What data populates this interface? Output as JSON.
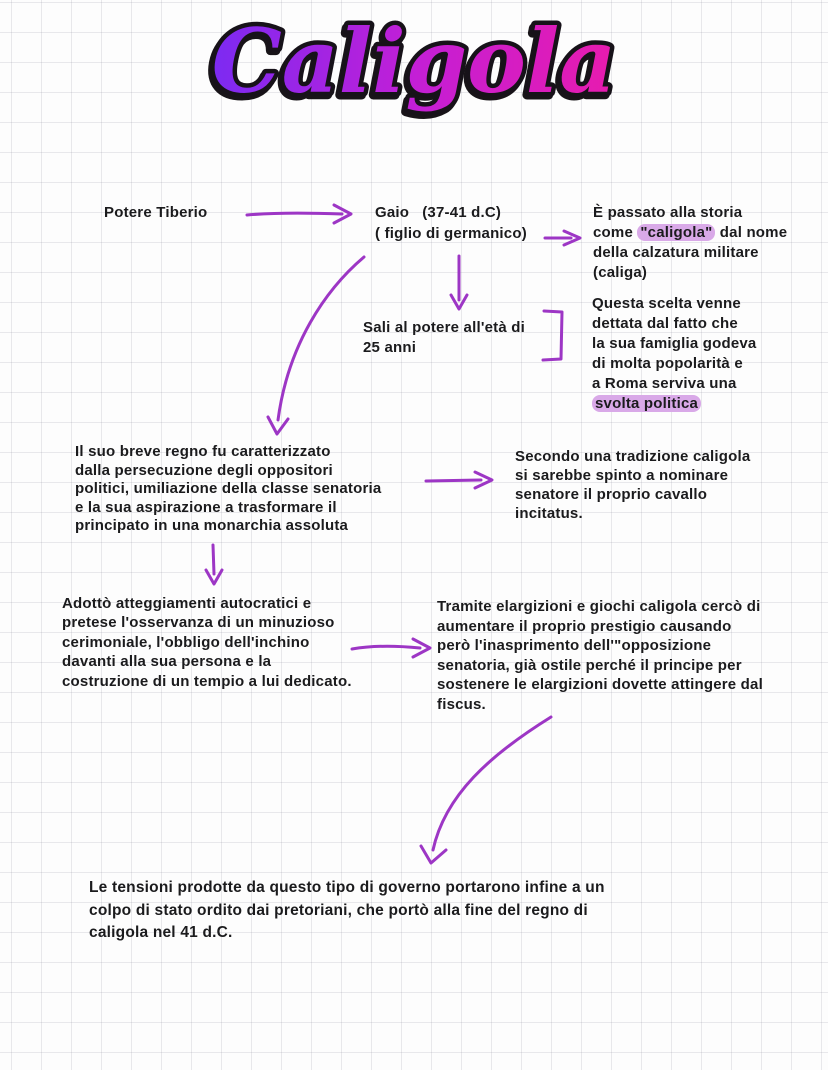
{
  "title": "Caligola",
  "colors": {
    "arrow": "#9d36c5",
    "highlight": "#d9a9e8",
    "title_gradient_start": "#7c2af2",
    "title_gradient_mid": "#c31fd6",
    "title_gradient_end": "#e81bae",
    "text": "#1b1b1d"
  },
  "notes": {
    "potere_tiberio": "Potere Tiberio",
    "gaio": "Gaio   (37-41 d.C)\n( figlio di germanico)",
    "nickname": {
      "before": "È passato alla storia\ncome ",
      "highlight": "\"caligola\"",
      "after": " dal nome\ndella calzatura militare\n(caliga)"
    },
    "sali": "Sali al potere all'età di\n25 anni",
    "scelta": {
      "before": "Questa scelta venne\ndettata dal fatto che\nla sua famiglia godeva\ndi molta popolarità e\na Roma serviva una\n",
      "highlight": "svolta politica"
    },
    "regno": "Il suo breve regno fu caratterizzato\ndalla persecuzione degli oppositori\npolitici, umiliazione della classe senatoria\ne la sua aspirazione a trasformare il\nprincipato in una monarchia assoluta",
    "tradizione": "Secondo una tradizione caligola\nsi sarebbe spinto a nominare\nsenatore il proprio cavallo\nincitatus.",
    "adotto": "Adottò atteggiamenti autocratici e\npretese l'osservanza di un minuzioso\ncerimoniale, l'obbligo dell'inchino\ndavanti alla sua persona e la\ncostruzione di un tempio a lui dedicato.",
    "tramite": "Tramite elargizioni e giochi caligola cercò di\naumentare il proprio prestigio causando\nperò l'inasprimento dell'\"opposizione\nsenatoria, già ostile perché il principe per\nsostenere le elargizioni dovette attingere dal\nfiscus.",
    "tensioni": "Le tensioni prodotte da questo tipo di governo portarono infine a un\ncolpo di stato ordito dai pretoriani, che portò alla fine del regno di\ncaligola nel 41 d.C."
  }
}
